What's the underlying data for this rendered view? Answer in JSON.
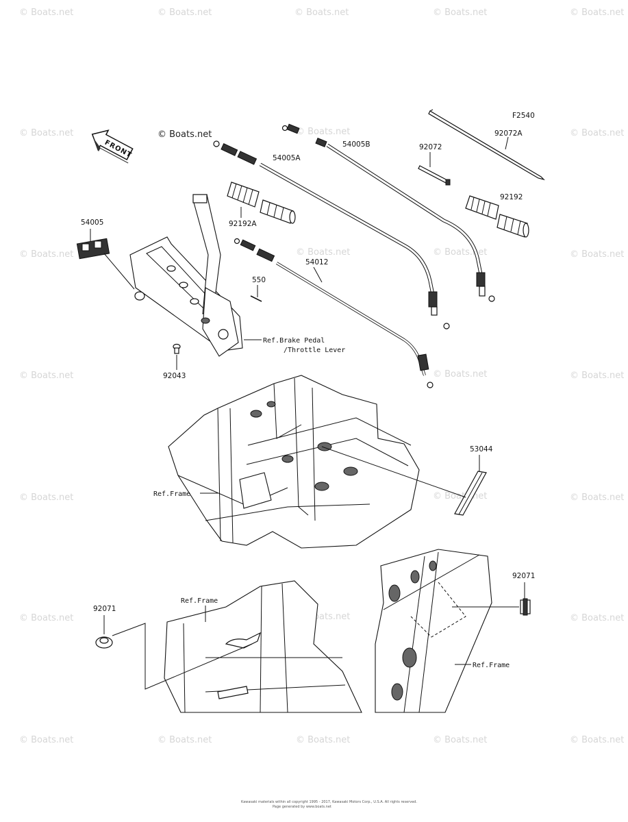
{
  "figure_code": "F2540",
  "watermark": "© Boats.net",
  "front_label": "FRONT",
  "part_labels": {
    "p54005": "54005",
    "p54005A": "54005A",
    "p54005B": "54005B",
    "p92072": "92072",
    "p92072A": "92072A",
    "p92192": "92192",
    "p92192A": "92192A",
    "p54012": "54012",
    "p550": "550",
    "p92043": "92043",
    "p53044": "53044",
    "p92071_left": "92071",
    "p92071_right": "92071"
  },
  "references": {
    "brake_pedal_line1": "Ref.Brake Pedal",
    "brake_pedal_line2": "/Throttle Lever",
    "frame_middle": "Ref.Frame",
    "frame_bottom_left": "Ref.Frame",
    "frame_bottom_right": "Ref.Frame"
  },
  "footer": {
    "line1": "Kawasaki materials within all copyright 1995 - 2017, Kawasaki Motors Corp., U.S.A. All rights reserved.",
    "line2": "Page generated by www.boats.net"
  }
}
